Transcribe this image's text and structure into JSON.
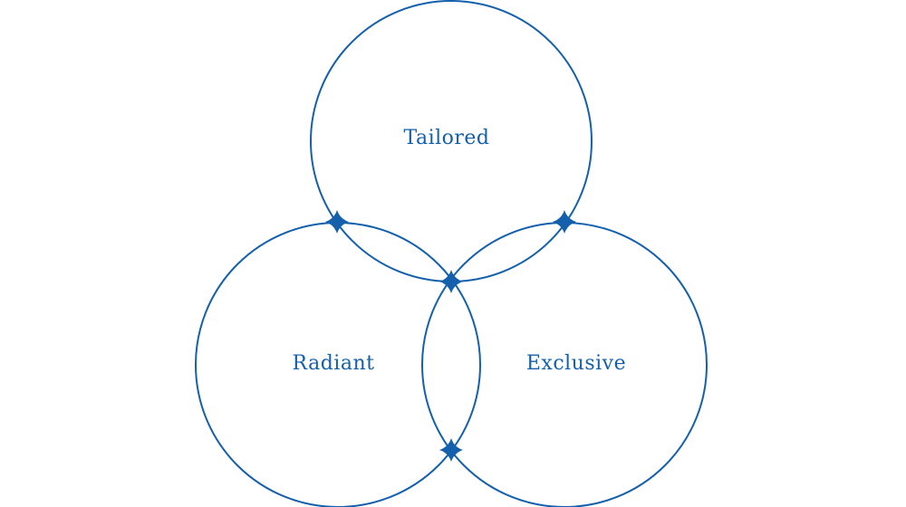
{
  "colors": {
    "stroke": "#1460ad",
    "label": "#1460ad",
    "star": "#1460ad",
    "background": "#ffffff"
  },
  "labels": {
    "top": "Tailored",
    "left": "Radiant",
    "right": "Exclusive"
  },
  "marker_icon": "four-point-star-icon"
}
